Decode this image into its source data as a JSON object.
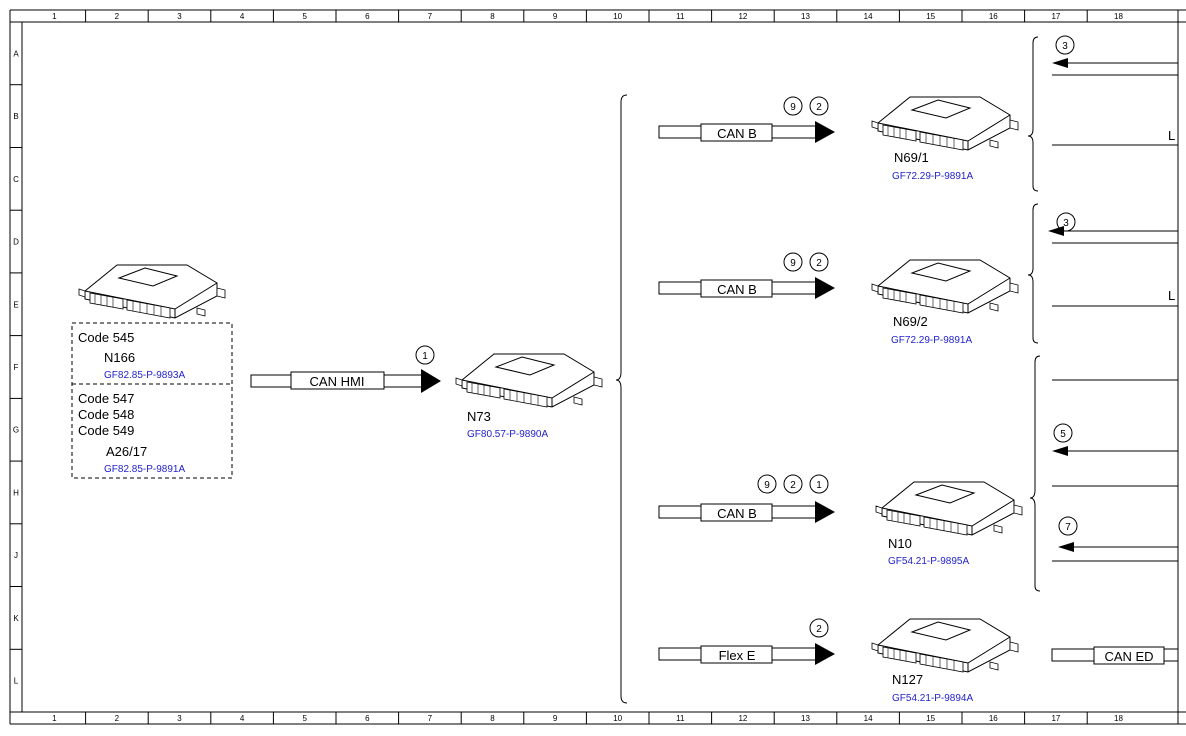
{
  "grid": {
    "columns": [
      "1",
      "2",
      "3",
      "4",
      "5",
      "6",
      "7",
      "8",
      "9",
      "10",
      "11",
      "12",
      "13",
      "14",
      "15",
      "16",
      "17",
      "18"
    ],
    "rows": [
      "A",
      "B",
      "C",
      "D",
      "E",
      "F",
      "G",
      "H",
      "J",
      "K",
      "L"
    ]
  },
  "modules": {
    "n166": {
      "id": "N166",
      "code": "GF82.85-P-9893A"
    },
    "a26_17": {
      "id": "A26/17",
      "code": "GF82.85-P-9891A"
    },
    "n73": {
      "id": "N73",
      "code": "GF80.57-P-9890A"
    },
    "n69_1": {
      "id": "N69/1",
      "code": "GF72.29-P-9891A"
    },
    "n69_2": {
      "id": "N69/2",
      "code": "GF72.29-P-9891A"
    },
    "n10": {
      "id": "N10",
      "code": "GF54.21-P-9895A"
    },
    "n127": {
      "id": "N127",
      "code": "GF54.21-P-9894A"
    }
  },
  "option_box": {
    "top_code": "Code 545",
    "bottom_codes": [
      "Code 547",
      "Code 548",
      "Code 549"
    ]
  },
  "buses": {
    "hmi": {
      "label": "CAN HMI",
      "refs": [
        "1"
      ]
    },
    "b1": {
      "label": "CAN B",
      "refs": [
        "9",
        "2"
      ]
    },
    "b2": {
      "label": "CAN B",
      "refs": [
        "9",
        "2"
      ]
    },
    "b3": {
      "label": "CAN B",
      "refs": [
        "9",
        "2",
        "1"
      ]
    },
    "flex": {
      "label": "Flex E",
      "refs": [
        "2"
      ]
    },
    "ed": {
      "label": "CAN ED"
    }
  },
  "right_edge": {
    "refs": [
      "3",
      "3",
      "5",
      "7"
    ],
    "labels": [
      "L",
      "L"
    ]
  }
}
